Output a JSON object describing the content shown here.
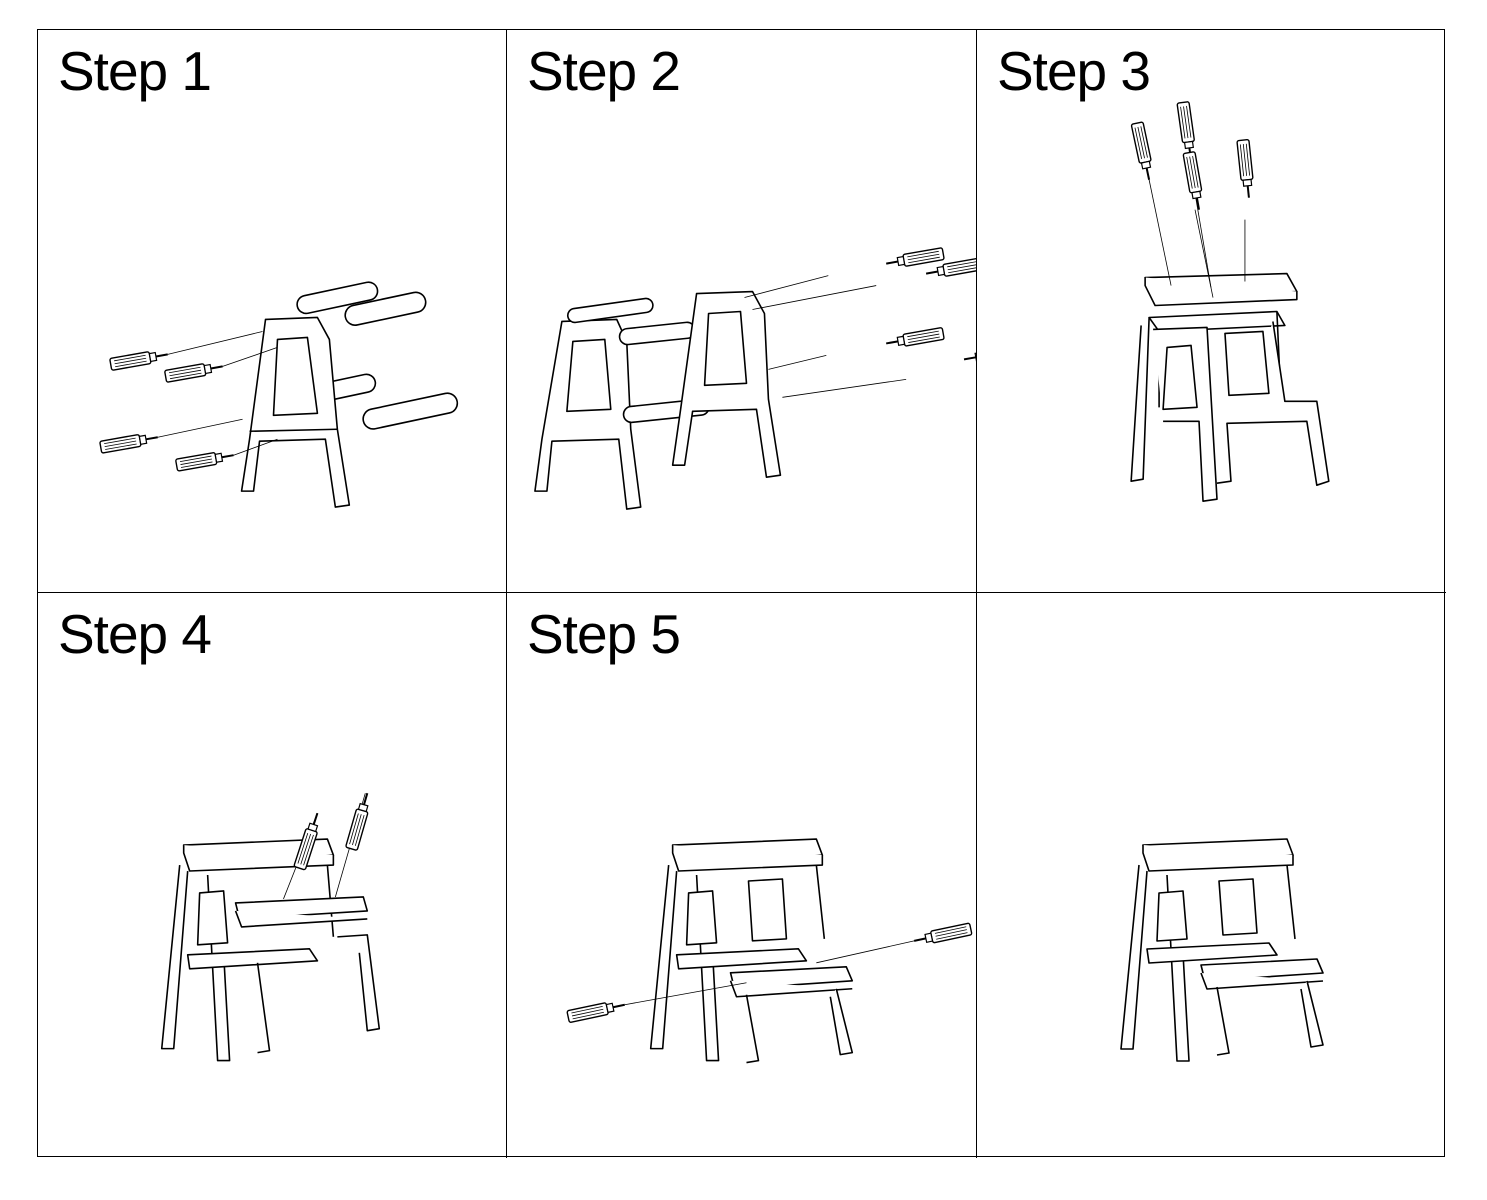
{
  "panels": [
    {
      "label": "Step 1"
    },
    {
      "label": "Step 2"
    },
    {
      "label": "Step 3"
    },
    {
      "label": "Step 4"
    },
    {
      "label": "Step 5"
    },
    {
      "label": ""
    }
  ],
  "colors": {
    "line": "#000000",
    "background": "#ffffff"
  }
}
